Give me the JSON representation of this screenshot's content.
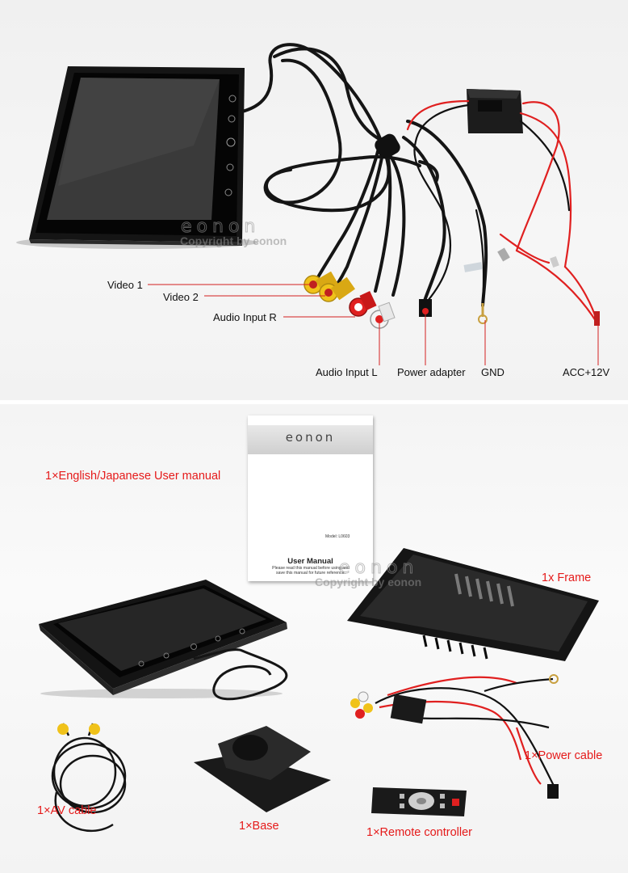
{
  "top_panel": {
    "callouts": {
      "video1": "Video 1",
      "video2": "Video 2",
      "audio_r": "Audio Input R",
      "audio_l": "Audio Input L",
      "power": "Power adapter",
      "gnd": "GND",
      "acc": "ACC+12V"
    },
    "watermark": {
      "logo": "eonon",
      "text": "Copyright by eonon"
    }
  },
  "bottom_panel": {
    "labels": {
      "manual": "1×English/Japanese User manual",
      "frame": "1x Frame",
      "power_cable": "1×Power cable",
      "av_cable": "1×AV cable",
      "base": "1×Base",
      "remote": "1×Remote controller"
    },
    "manual_cover": {
      "brand": "eonon",
      "model": "Model: L0603",
      "title": "User Manual",
      "note_line1": "Please read this manual before using and",
      "note_line2": "save this manual for future reference."
    },
    "watermark": {
      "logo": "eonon",
      "text": "Copyright by eonon"
    }
  },
  "colors": {
    "label_red": "#e51a1a",
    "callout_line": "#d42020",
    "cable_red": "#e02020",
    "rca_yellow": "#f0c21a"
  }
}
